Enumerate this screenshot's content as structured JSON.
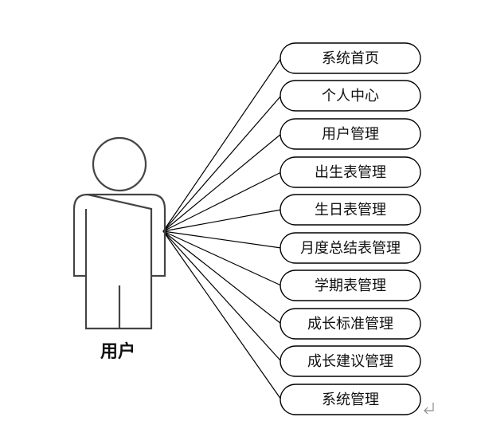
{
  "actor": {
    "label": "用户",
    "icon": "person-icon"
  },
  "use_cases": [
    {
      "label": "系统首页"
    },
    {
      "label": "个人中心"
    },
    {
      "label": "用户管理"
    },
    {
      "label": "出生表管理"
    },
    {
      "label": "生日表管理"
    },
    {
      "label": "月度总结表管理"
    },
    {
      "label": "学期表管理"
    },
    {
      "label": "成长标准管理"
    },
    {
      "label": "成长建议管理"
    },
    {
      "label": "系统管理"
    }
  ],
  "colors": {
    "stroke": "#000000",
    "actor_stroke": "#444444",
    "background": "#ffffff"
  }
}
